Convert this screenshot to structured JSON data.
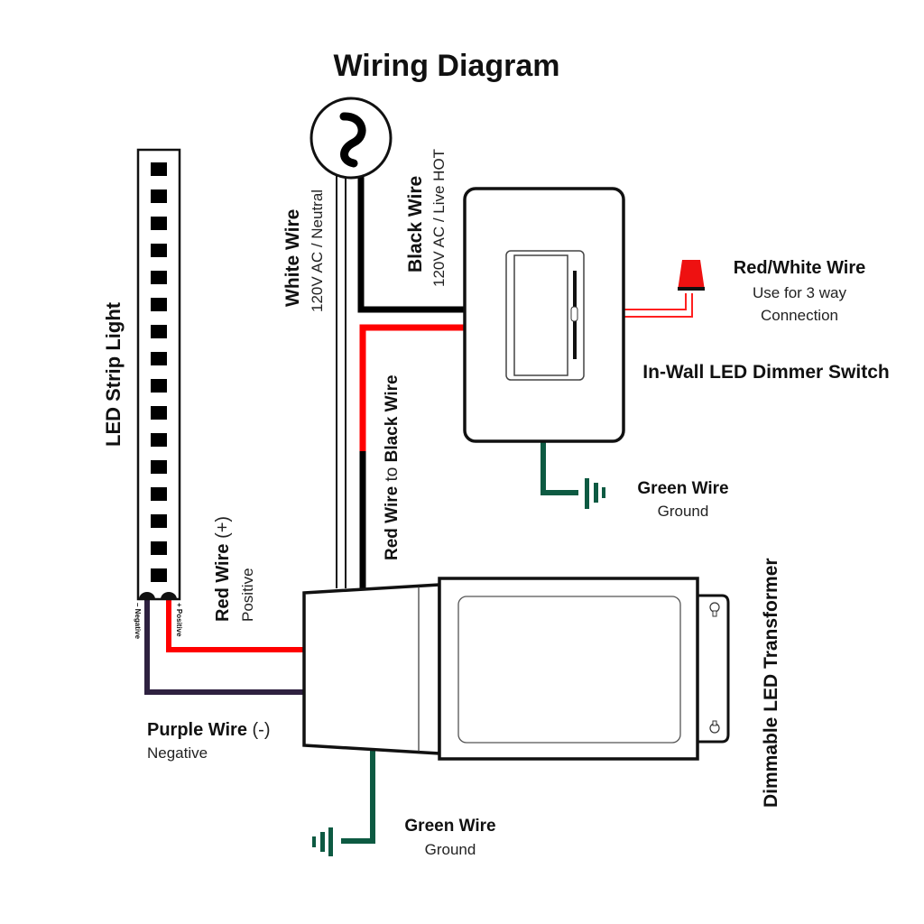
{
  "title": "Wiring Diagram",
  "colors": {
    "red_wire": "#ff0000",
    "black_wire": "#000000",
    "purple_wire": "#2e2140",
    "green_wire": "#0d5a42",
    "outline": "#111111",
    "connector_red": "#ee1111"
  },
  "components": {
    "power_source": {
      "name": "AC power source",
      "icon": "ac-wave-icon"
    },
    "dimmer_switch": {
      "label": "In-Wall LED Dimmer Switch"
    },
    "transformer": {
      "label": "Dimmable LED Transformer"
    },
    "led_strip": {
      "label": "LED Strip Light",
      "led_count": 16,
      "terminal_negative": "– Negative",
      "terminal_positive": "+ Positive"
    }
  },
  "wires": {
    "white": {
      "name": "White Wire",
      "desc": "120V AC / Neutral"
    },
    "black": {
      "name": "Black Wire",
      "desc": "120V AC / Live HOT"
    },
    "red_to_black": {
      "name_a": "Red Wire",
      "joiner": " to ",
      "name_b": "Black Wire"
    },
    "red_white": {
      "name": "Red/White Wire",
      "desc_line1": "Use for 3 way",
      "desc_line2": "Connection"
    },
    "green_switch": {
      "name": "Green Wire",
      "desc": "Ground"
    },
    "green_transformer": {
      "name": "Green Wire",
      "desc": "Ground"
    },
    "red_positive": {
      "name": "Red Wire",
      "sign": " (+)",
      "desc": "Positive"
    },
    "purple_negative": {
      "name": "Purple Wire",
      "sign": " (-)",
      "desc": "Negative"
    }
  }
}
